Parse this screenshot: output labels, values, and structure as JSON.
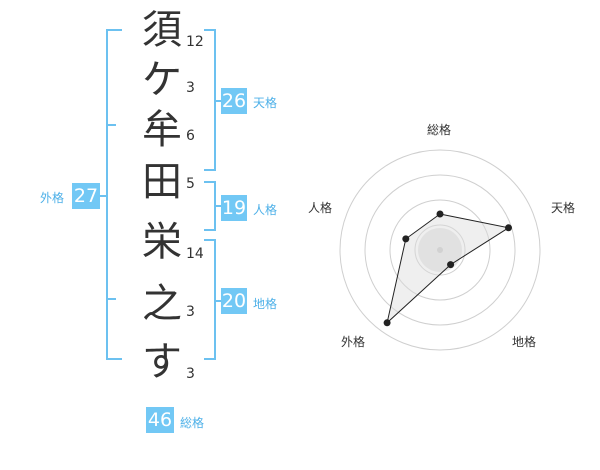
{
  "name_chars": [
    "須",
    "ケ",
    "牟",
    "田",
    "栄",
    "之",
    "す"
  ],
  "stroke_counts": [
    "12",
    "3",
    "6",
    "5",
    "14",
    "3",
    "3"
  ],
  "fortune": {
    "tenkaku": {
      "value": "26",
      "label": "天格"
    },
    "jinkaku": {
      "value": "19",
      "label": "人格"
    },
    "chikaku": {
      "value": "20",
      "label": "地格"
    },
    "gaikaku": {
      "value": "27",
      "label": "外格"
    },
    "soukaku": {
      "value": "46",
      "label": "総格"
    }
  },
  "colors": {
    "accent": "#72c8f5",
    "bracket": "#6cc1f0",
    "text": "#333333"
  },
  "chart_data": {
    "type": "radar",
    "axes": [
      "総格",
      "天格",
      "地格",
      "外格",
      "人格"
    ],
    "values": [
      2,
      4,
      1,
      5,
      2
    ],
    "range": [
      0,
      5
    ],
    "rings": 4
  }
}
